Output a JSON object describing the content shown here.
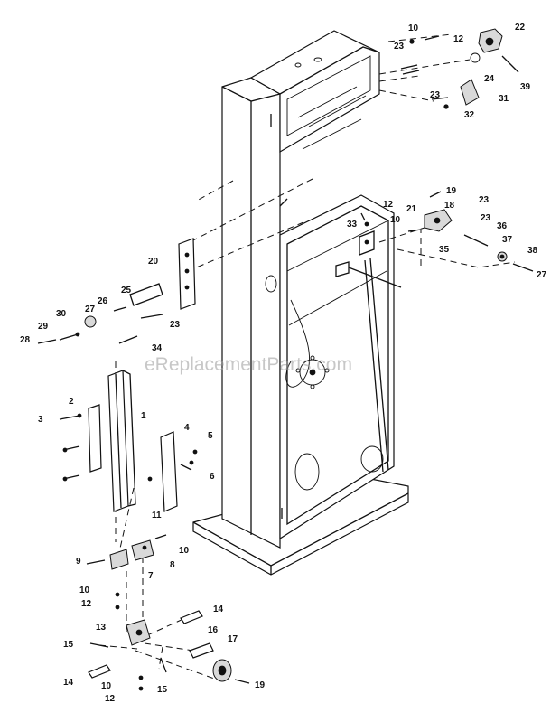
{
  "watermark": "eReplacementParts.com",
  "callouts": [
    {
      "id": "c10a",
      "text": "10"
    },
    {
      "id": "c12a",
      "text": "12"
    },
    {
      "id": "c22",
      "text": "22"
    },
    {
      "id": "c23a",
      "text": "23"
    },
    {
      "id": "c24",
      "text": "24"
    },
    {
      "id": "c39",
      "text": "39"
    },
    {
      "id": "c23b",
      "text": "23"
    },
    {
      "id": "c31",
      "text": "31"
    },
    {
      "id": "c32",
      "text": "32"
    },
    {
      "id": "c19",
      "text": "19"
    },
    {
      "id": "c12b",
      "text": "12"
    },
    {
      "id": "c18",
      "text": "18"
    },
    {
      "id": "c23c",
      "text": "23"
    },
    {
      "id": "c10b",
      "text": "10"
    },
    {
      "id": "c21",
      "text": "21"
    },
    {
      "id": "c33",
      "text": "33"
    },
    {
      "id": "c23d",
      "text": "23"
    },
    {
      "id": "c36",
      "text": "36"
    },
    {
      "id": "c35",
      "text": "35"
    },
    {
      "id": "c37",
      "text": "37"
    },
    {
      "id": "c38",
      "text": "38"
    },
    {
      "id": "c27a",
      "text": "27"
    },
    {
      "id": "c20",
      "text": "20"
    },
    {
      "id": "c25",
      "text": "25"
    },
    {
      "id": "c26",
      "text": "26"
    },
    {
      "id": "c27b",
      "text": "27"
    },
    {
      "id": "c30",
      "text": "30"
    },
    {
      "id": "c23e",
      "text": "23"
    },
    {
      "id": "c29",
      "text": "29"
    },
    {
      "id": "c28",
      "text": "28"
    },
    {
      "id": "c34",
      "text": "34"
    },
    {
      "id": "c2",
      "text": "2"
    },
    {
      "id": "c1",
      "text": "1"
    },
    {
      "id": "c3",
      "text": "3"
    },
    {
      "id": "c4",
      "text": "4"
    },
    {
      "id": "c5",
      "text": "5"
    },
    {
      "id": "c6",
      "text": "6"
    },
    {
      "id": "c11",
      "text": "11"
    },
    {
      "id": "c10c",
      "text": "10"
    },
    {
      "id": "c9",
      "text": "9"
    },
    {
      "id": "c8",
      "text": "8"
    },
    {
      "id": "c7",
      "text": "7"
    },
    {
      "id": "c10d",
      "text": "10"
    },
    {
      "id": "c12c",
      "text": "12"
    },
    {
      "id": "c14a",
      "text": "14"
    },
    {
      "id": "c13",
      "text": "13"
    },
    {
      "id": "c16",
      "text": "16"
    },
    {
      "id": "c15a",
      "text": "15"
    },
    {
      "id": "c17",
      "text": "17"
    },
    {
      "id": "c14b",
      "text": "14"
    },
    {
      "id": "c15b",
      "text": "15"
    },
    {
      "id": "c10e",
      "text": "10"
    },
    {
      "id": "c19b",
      "text": "19"
    },
    {
      "id": "c12d",
      "text": "12"
    }
  ]
}
